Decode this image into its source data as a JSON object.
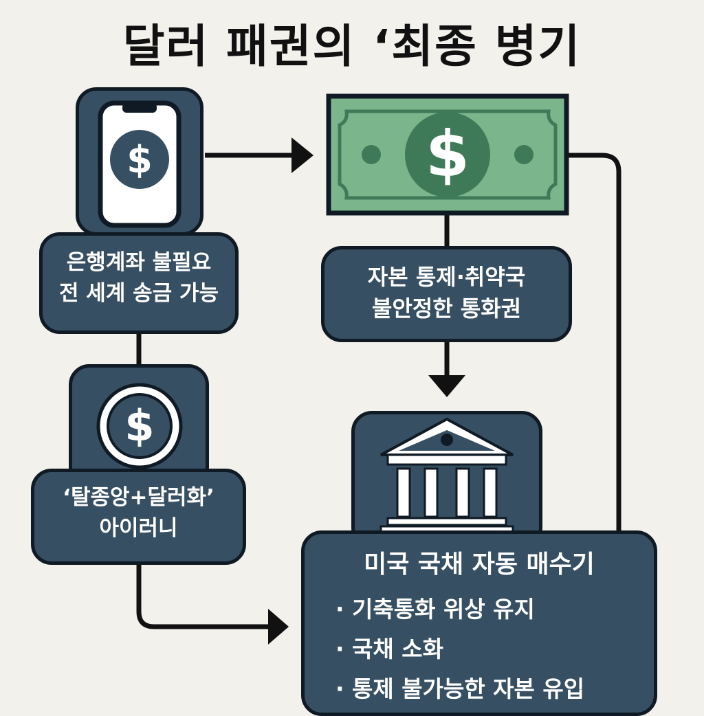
{
  "title": "달러 패권의 ‘최종 병기",
  "phone_box": {
    "line1": "은행계좌 불필요",
    "line2": "전 세계 송금 가능"
  },
  "capital_box": {
    "line1": "자본 통제·취약국",
    "line2": "불안정한 통화권"
  },
  "irony_box": {
    "line1": "‘탈종앙+달러화’",
    "line2": "아이러니"
  },
  "treasury_box": {
    "heading": "미국 국채 자동 매수기",
    "bullets": [
      "기축통화 위상 유지",
      "국채 소화",
      "통제 불가능한 자본 유입"
    ]
  },
  "icons": {
    "phone": "smartphone-dollar-icon",
    "banknote": "dollar-banknote-icon",
    "coin": "dollar-coin-icon",
    "bank": "bank-building-icon"
  },
  "colors": {
    "background": "#f3f1ec",
    "box": "#364f63",
    "banknote": "#7bb58c",
    "banknote_dark": "#3e7a57"
  }
}
